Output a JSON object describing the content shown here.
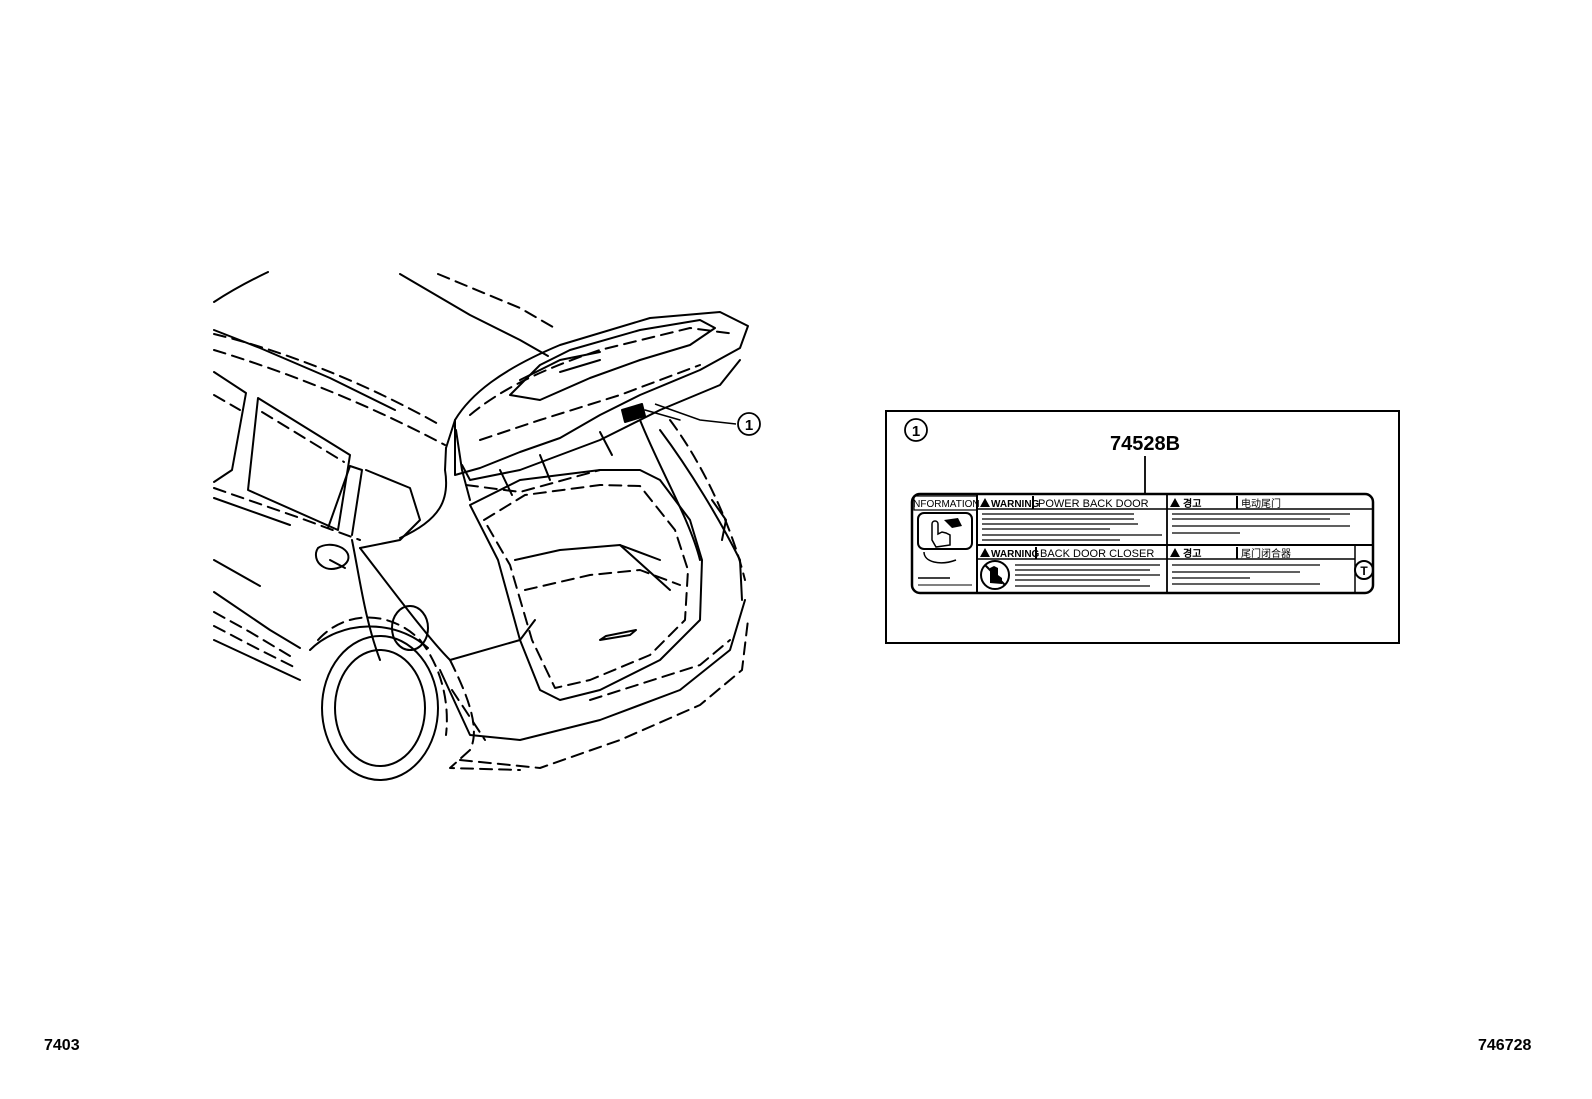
{
  "callout": {
    "number": "1"
  },
  "label_panel": {
    "callout_number": "1",
    "part_number": "74528B",
    "label": {
      "info_header": "INFORMATION",
      "warning_1": {
        "tag": "WARNING",
        "title": "POWER BACK DOOR"
      },
      "warning_2": {
        "tag": "WARNING",
        "title": "BACK DOOR CLOSER"
      },
      "caution_1_tag": "경고",
      "caution_1_title": "电动尾门",
      "caution_2_tag": "경고",
      "caution_2_title": "尾门闭合器",
      "corner_mark": "T"
    }
  },
  "footer": {
    "left_code": "7403",
    "right_code": "746728"
  },
  "colors": {
    "line": "#000000",
    "background": "#ffffff"
  }
}
